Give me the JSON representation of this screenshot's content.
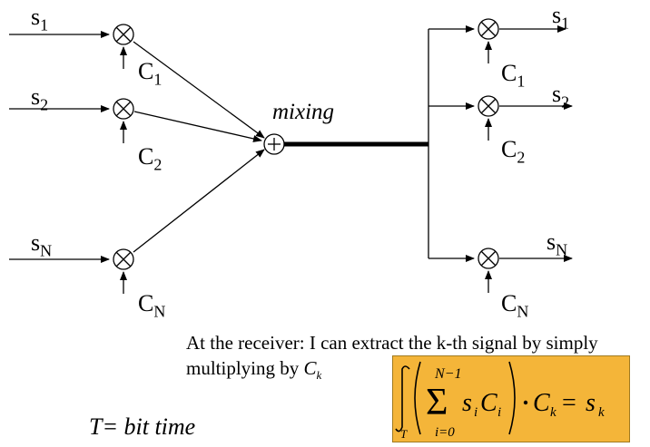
{
  "inputs": [
    {
      "sym": "s",
      "sub": "1"
    },
    {
      "sym": "s",
      "sub": "2"
    },
    {
      "sym": "s",
      "sub": "N"
    }
  ],
  "codes": [
    {
      "sym": "C",
      "sub": "1"
    },
    {
      "sym": "C",
      "sub": "2"
    },
    {
      "sym": "C",
      "sub": "N"
    }
  ],
  "mixing_label": "mixing",
  "receiver_note": {
    "line1": "At the receiver: I can extract the k-th signal by simply",
    "line2": "multiplying by",
    "var": "C",
    "var_sub": "k"
  },
  "bit_time": "T= bit time",
  "formula": {
    "upper": "N−1",
    "lower": "i=0",
    "integral_limit": "T",
    "sum_term": "s",
    "sum_term_sub": "i",
    "sum_term2": "C",
    "sum_term2_sub": "i",
    "factor": "C",
    "factor_sub": "k",
    "result": "s",
    "result_sub": "k"
  },
  "colors": {
    "box_fill": "#f4b539",
    "line": "#000000"
  }
}
